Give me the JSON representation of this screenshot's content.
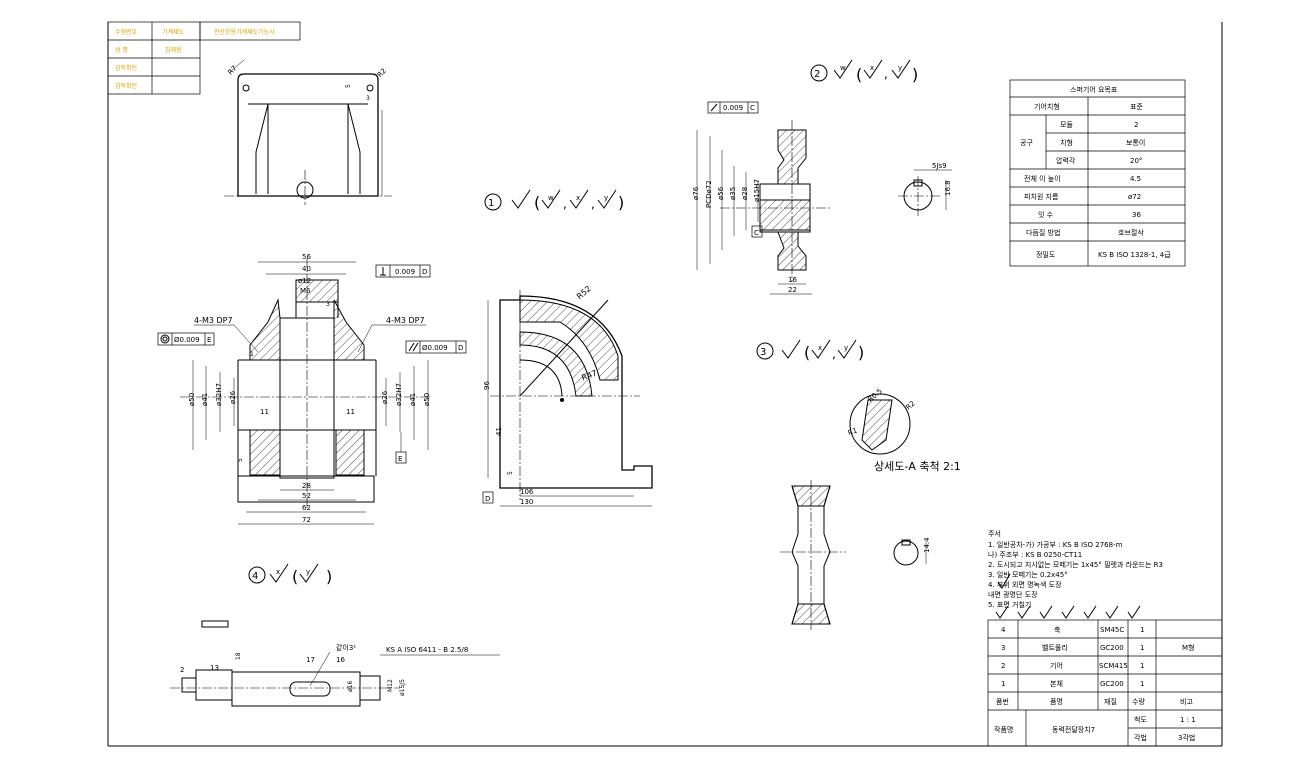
{
  "approval_block": {
    "rows": [
      {
        "label": "수험번호",
        "value": "기계제도",
        "extra": "전산응용기계제도기능사"
      },
      {
        "label": "성    명",
        "value": "김재현",
        "extra": ""
      },
      {
        "label": "감독확인",
        "value": "",
        "extra": ""
      },
      {
        "label": "감독확인",
        "value": "",
        "extra": ""
      }
    ]
  },
  "finish_marks": {
    "part1": "①",
    "part2": "②",
    "part3": "③",
    "part4": "④",
    "mark_w": "w",
    "mark_x": "x",
    "mark_y": "y"
  },
  "spur_gear_table": {
    "title": "스퍼기어 요목표",
    "rows": [
      {
        "label": "기어치형",
        "value": "표준"
      },
      {
        "group": "공구",
        "label": "모듈",
        "value": "2"
      },
      {
        "group": "공구",
        "label": "치형",
        "value": "보통이"
      },
      {
        "group": "공구",
        "label": "압력각",
        "value": "20°"
      },
      {
        "label": "전체 이 높이",
        "value": "4.5"
      },
      {
        "label": "피치원 지름",
        "value": "ø72"
      },
      {
        "label": "잇 수",
        "value": "36"
      },
      {
        "label": "다듬질 방법",
        "value": "호브절삭"
      },
      {
        "label": "정밀도",
        "value": "KS B ISO 1328-1, 4급"
      }
    ]
  },
  "view1": {
    "dims": {
      "d56": "56",
      "d40": "40",
      "d12": "ø12",
      "m6": "M6",
      "d3": "3",
      "d50": "ø50",
      "d41": "ø41",
      "d26": "ø26",
      "d32h7": "ø32H7",
      "d11": "11",
      "d50r": "ø50",
      "d41r": "ø41",
      "d26r": "ø26",
      "d32h7r": "ø32H7",
      "d11r": "11",
      "d28": "28",
      "d52": "52",
      "d62": "62",
      "d72": "72",
      "d5": "5",
      "d1": "1"
    },
    "notes": {
      "tap_left": "4-M3 DP7",
      "tap_right": "4-M3 DP7",
      "perp_tol": "0.009",
      "perp_datum": "D",
      "conc_tol": "Ø0.009",
      "conc_datum": "E",
      "par_tol": "Ø0.009",
      "par_datum": "D",
      "datum_e": "E"
    }
  },
  "view_top": {
    "r7": "R7",
    "r2": "R2",
    "d5": "5",
    "d3": "3"
  },
  "view_side": {
    "r52": "R52",
    "r47": "R47",
    "d96": "96",
    "d41": "41",
    "d5": "5",
    "d106": "106",
    "d130": "130",
    "datum_d": "D"
  },
  "gear_view": {
    "runout_tol": "0.009",
    "runout_datum": "C",
    "d76": "ø76",
    "pcd": "PCDø72",
    "d56": "ø56",
    "d35": "ø35",
    "d28": "ø28",
    "d15h7": "ø15H7",
    "d16": "16",
    "d22": "22",
    "datum_c": "C"
  },
  "keyway": {
    "width": "5Js9",
    "depth": "16.8"
  },
  "detail": {
    "label": "상세도-A 축척 2:1",
    "r05": "R0.5",
    "r2": "R2",
    "r1": "R1"
  },
  "shaft": {
    "key_note": "같이3¹",
    "knurl_note": "KS A ISO 6411 - B 2.5/8",
    "d2": "2",
    "d13": "13",
    "d18": "18",
    "d17": "17",
    "d16": "16",
    "d16s": "ø16",
    "m12": "M12",
    "d15": "ø15J5"
  },
  "pulley_key": {
    "depth": "14.4"
  },
  "notes": {
    "title": "주서",
    "lines": [
      "1. 일반공차-가) 가공부 : KS B ISO 2768-m",
      "        나) 주조부 : KS B 0250-CT11",
      "2. 도시되고 지시없는 모떼기는 1x45° 필렛과 라운드는 R3",
      "3. 일반 모떼기는 0.2x45°",
      "4.   부위 외면 명녹색 도장",
      "     내면 광명단 도장",
      "5. 표면 거칠기"
    ]
  },
  "parts_list": {
    "rows": [
      {
        "no": "4",
        "name": "축",
        "material": "SM45C",
        "qty": "1",
        "note": ""
      },
      {
        "no": "3",
        "name": "벨트풀리",
        "material": "GC200",
        "qty": "1",
        "note": "M형"
      },
      {
        "no": "2",
        "name": "기어",
        "material": "SCM415",
        "qty": "1",
        "note": ""
      },
      {
        "no": "1",
        "name": "본체",
        "material": "GC200",
        "qty": "1",
        "note": ""
      }
    ],
    "header": {
      "no": "품번",
      "name": "품명",
      "material": "재질",
      "qty": "수량",
      "note": "비고"
    }
  },
  "title_block": {
    "name_label": "작품명",
    "name": "동력전달장치7",
    "scale_label": "척도",
    "scale": "1 : 1",
    "proj_label": "각법",
    "proj": "3각법"
  }
}
